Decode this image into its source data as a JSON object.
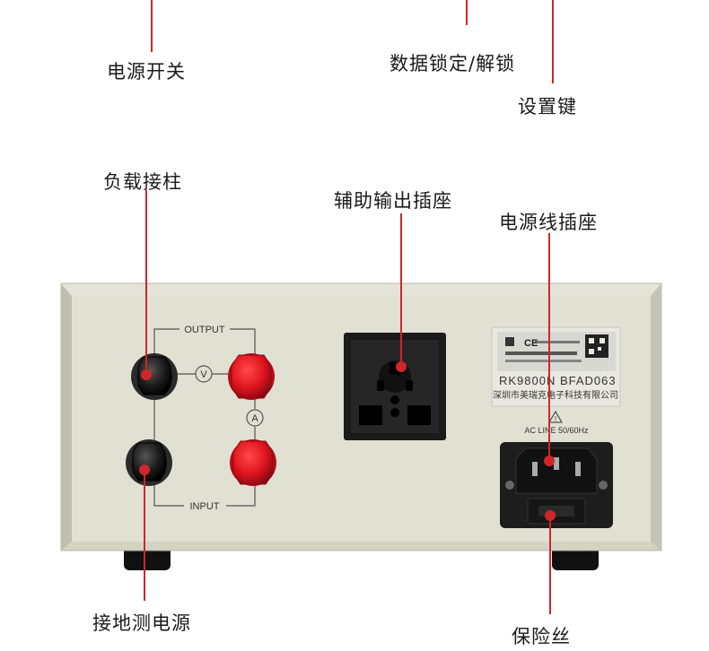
{
  "callouts": {
    "power_switch": "电源开关",
    "data_lock": "数据锁定/解锁",
    "settings_key": "设置键",
    "load_terminal": "负载接柱",
    "aux_socket": "辅助输出插座",
    "power_inlet": "电源线插座",
    "ground_measure": "接地测电源",
    "fuse": "保险丝"
  },
  "panel": {
    "output_label": "OUTPUT",
    "input_label": "INPUT",
    "volt_symbol": "V",
    "amp_symbol": "A",
    "model_line": "RK9800N  BFAD063",
    "company": "深圳市美瑞克电子科技有限公司",
    "ac_line": "AC  LINE 50/60Hz",
    "warning_symbol": "!",
    "nameplate_ce": "CE"
  },
  "colors": {
    "accent_line": "#d0262a",
    "chassis": "#dcdccf",
    "red_terminal": "#e0141e",
    "black_terminal": "#1c1c1c"
  }
}
